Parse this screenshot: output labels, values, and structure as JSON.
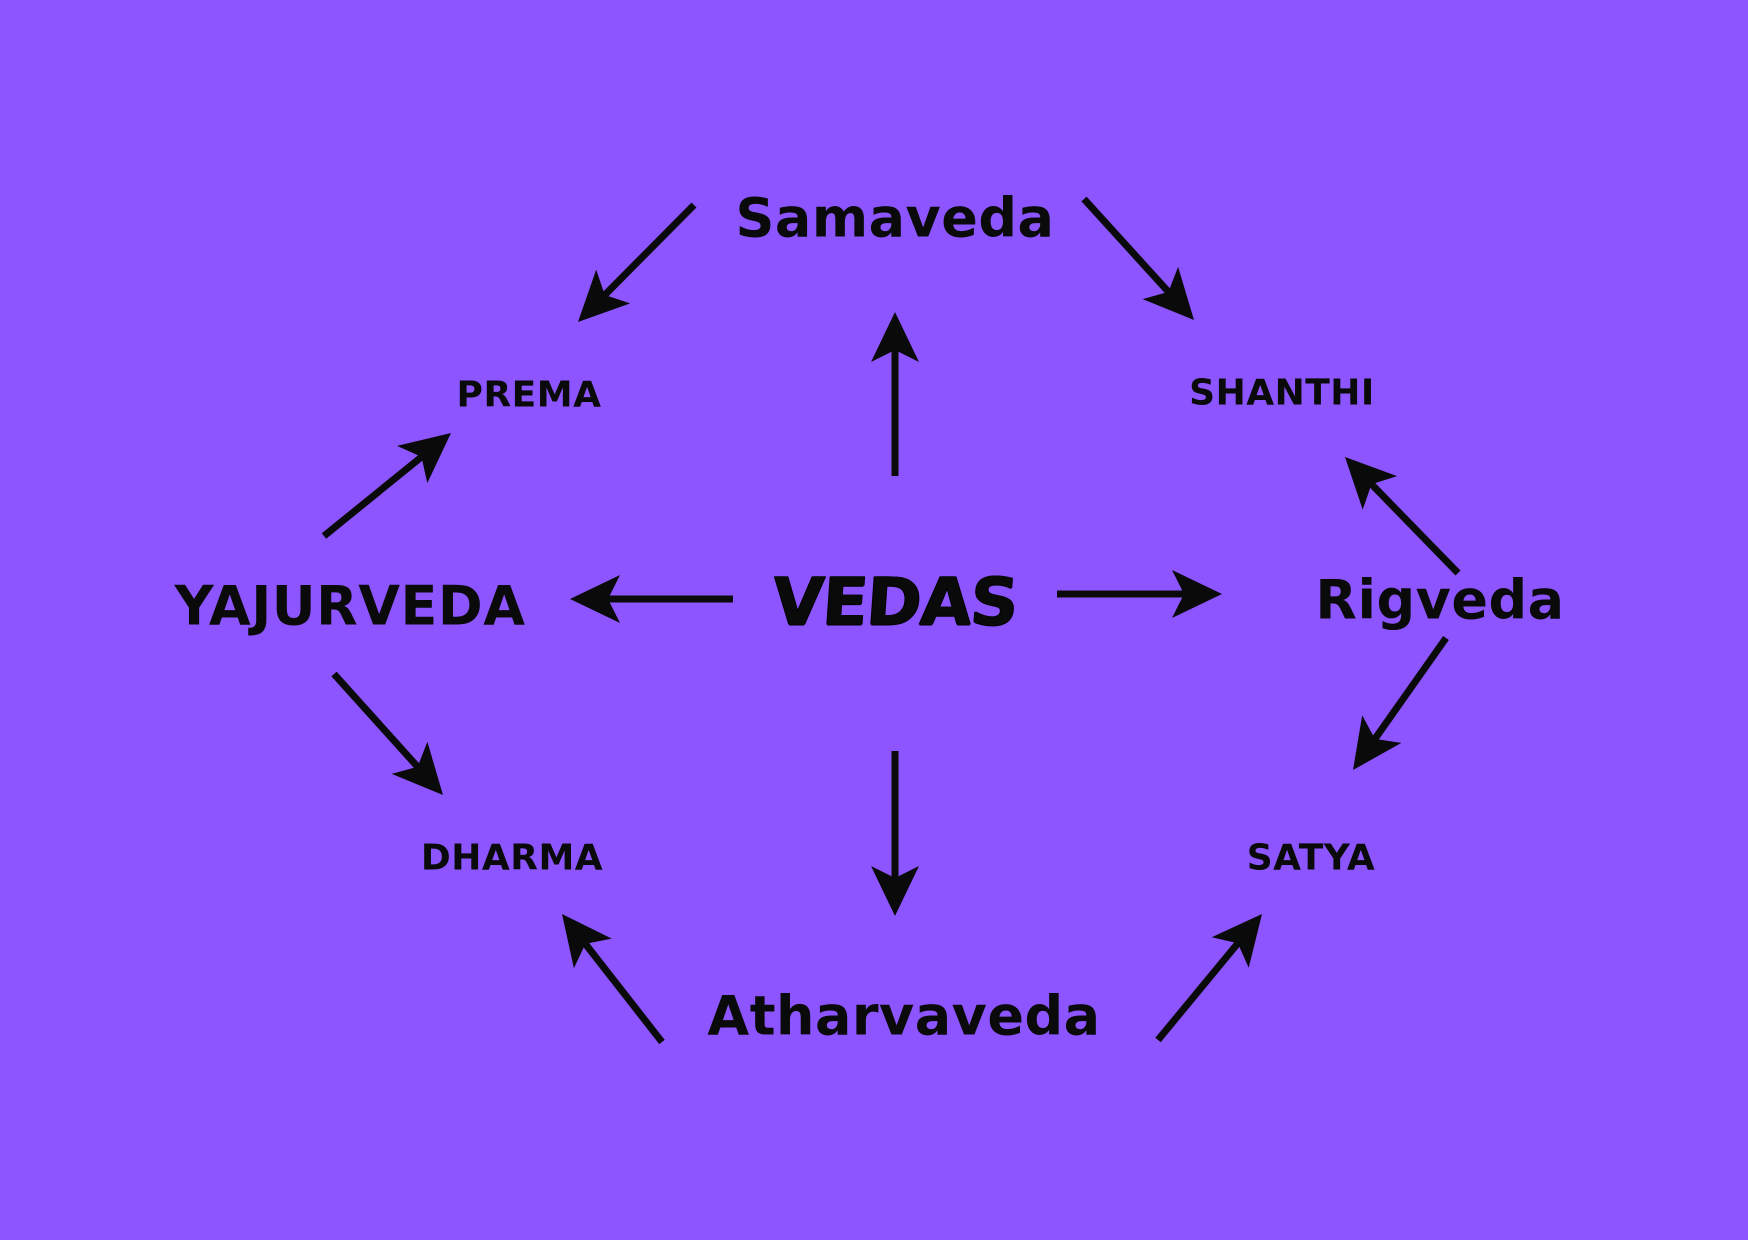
{
  "diagram": {
    "center": "VEDAS",
    "vedas": {
      "samaveda": "Samaveda",
      "rigveda": "Rigveda",
      "yajurveda": "YAJURVEDA",
      "atharvaveda": "Atharvaveda"
    },
    "values": {
      "prema": "PREMA",
      "shanthi": "SHANTHI",
      "dharma": "DHARMA",
      "satya": "SATYA"
    },
    "edges": [
      {
        "from": "VEDAS",
        "to": "Samaveda"
      },
      {
        "from": "VEDAS",
        "to": "YAJURVEDA"
      },
      {
        "from": "VEDAS",
        "to": "Rigveda"
      },
      {
        "from": "VEDAS",
        "to": "Atharvaveda"
      },
      {
        "from": "Samaveda",
        "to": "PREMA"
      },
      {
        "from": "Samaveda",
        "to": "SHANTHI"
      },
      {
        "from": "YAJURVEDA",
        "to": "PREMA"
      },
      {
        "from": "YAJURVEDA",
        "to": "DHARMA"
      },
      {
        "from": "Rigveda",
        "to": "SHANTHI"
      },
      {
        "from": "Rigveda",
        "to": "SATYA"
      },
      {
        "from": "Atharvaveda",
        "to": "DHARMA"
      },
      {
        "from": "Atharvaveda",
        "to": "SATYA"
      }
    ]
  },
  "colors": {
    "background": "#8c55ff",
    "ink": "#0a0a0a"
  }
}
